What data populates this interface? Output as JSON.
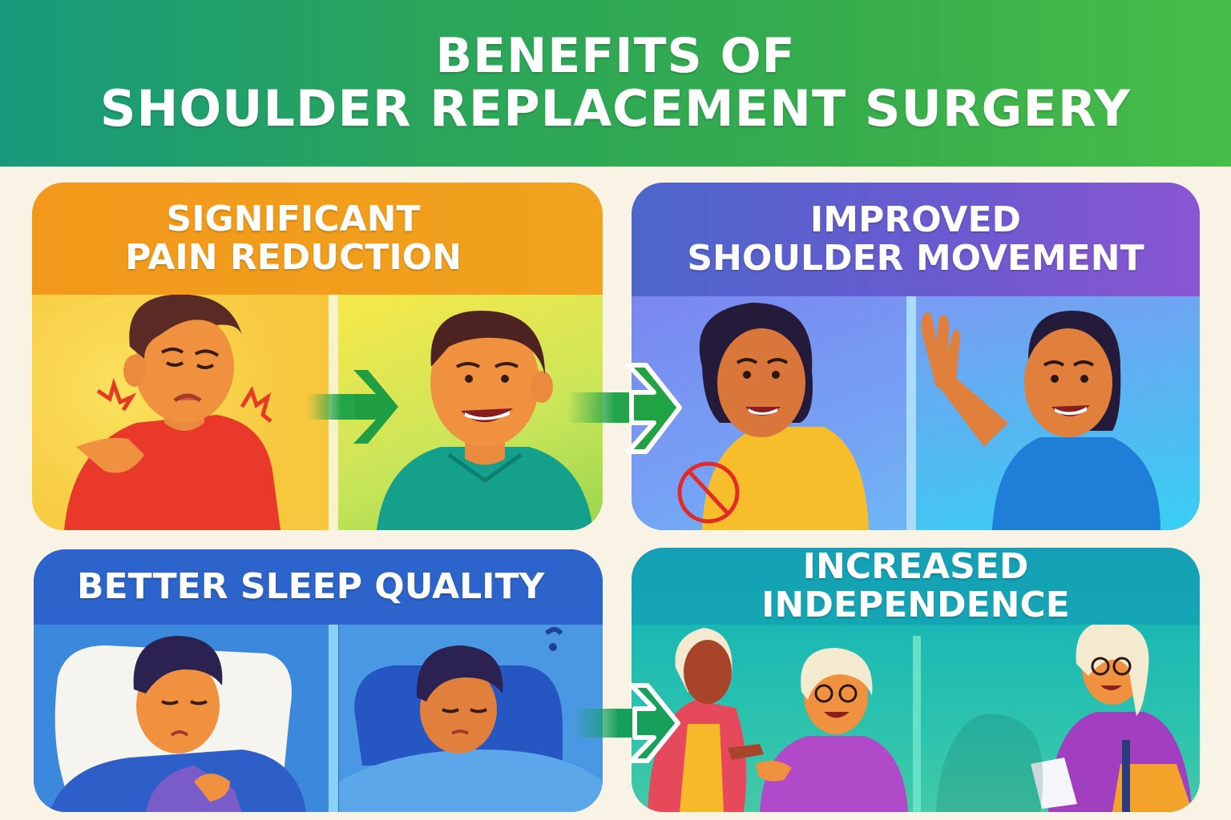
{
  "header": {
    "title_line1": "BENEFITS OF",
    "title_line2": "SHOULDER REPLACEMENT SURGERY",
    "background_colors": [
      "#179a7c",
      "#48bd48"
    ]
  },
  "panels": [
    {
      "title_line1": "SIGNIFICANT",
      "title_line2": "PAIN REDUCTION",
      "header_color": "#f2981a",
      "before": "man-holding-painful-shoulder",
      "after": "smiling-man-green-shirt"
    },
    {
      "title_line1": "IMPROVED",
      "title_line2": "SHOULDER MOVEMENT",
      "header_color": "#6a5ad0",
      "before": "woman-with-restricted-shoulder-no-symbol",
      "after": "woman-raising-arm-waving"
    },
    {
      "title_line1": "BETTER SLEEP QUALITY",
      "header_color": "#2c64cb",
      "before": "man-awake-in-bed-white-pillow",
      "after": "man-resting-in-bed-blue-pillow"
    },
    {
      "title_line1": "INCREASED",
      "title_line2": "INDEPENDENCE",
      "header_color": "#14a0b6",
      "before": "elderly-woman-being-assisted",
      "after": "elderly-woman-with-paper-and-cane"
    }
  ],
  "arrows": {
    "color": "#23a34a",
    "count": 3
  }
}
